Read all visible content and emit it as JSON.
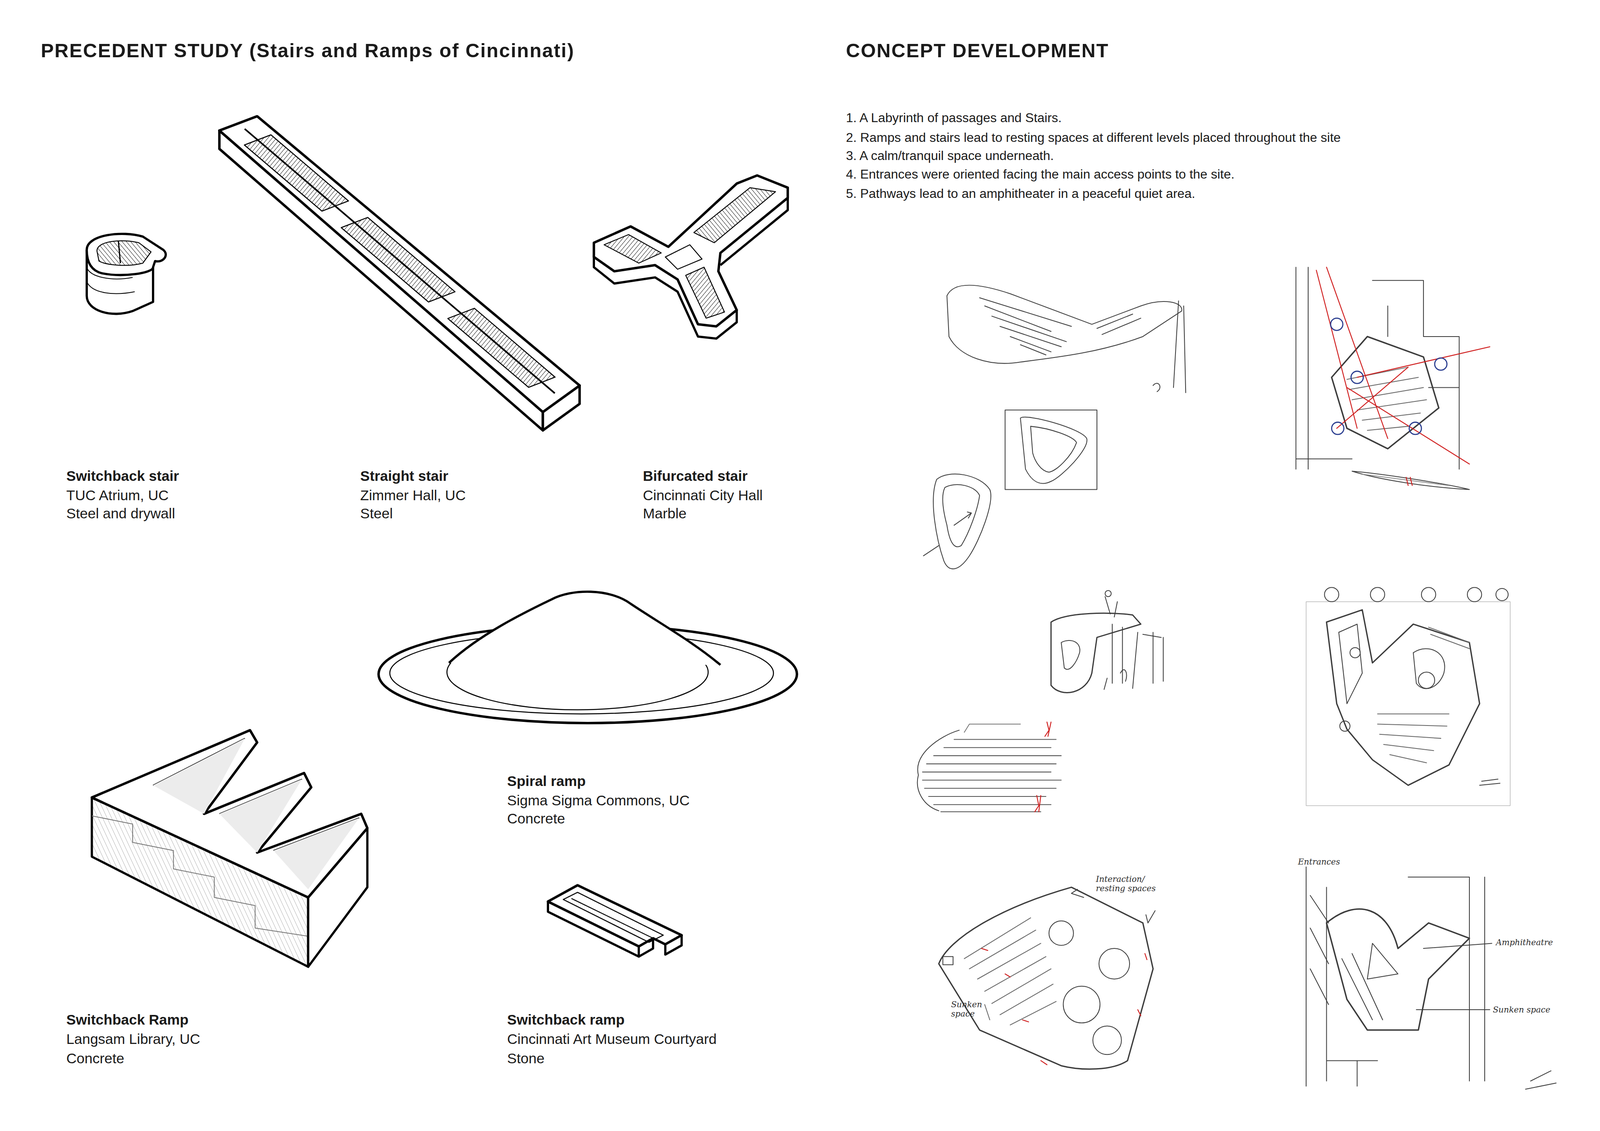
{
  "diagram": {
    "title": "PRECEDENT STUDY (Stairs and Ramps of Cincinnati)",
    "labels": [
      "CONCEPT DEVELOPMENT",
      "1. A Labyrinth of passages and Stairs.",
      "2. Ramps and stairs lead to resting spaces at different levels placed throughout the site",
      "3. A calm/tranquil space underneath.",
      "4. Entrances were oriented facing the main access points to the site.",
      "5. Pathways lead to an amphitheater in a peaceful quiet area.",
      "Switchback stair",
      "TUC Atrium, UC",
      "Steel and drywall",
      "Straight stair",
      "Zimmer Hall, UC",
      "Steel",
      "Bifurcated stair",
      "Cincinnati City Hall",
      "Marble",
      "Spiral ramp",
      "Sigma Sigma Commons, UC",
      "Concrete",
      "Switchback Ramp",
      "Langsam Library, UC",
      "Concrete",
      "Switchback ramp",
      "Cincinnati Art Museum Courtyard",
      "Stone",
      "Interaction/ resting spaces",
      "Sunken space",
      "Entrances",
      "Amphitheatre",
      "Sunken space"
    ]
  }
}
